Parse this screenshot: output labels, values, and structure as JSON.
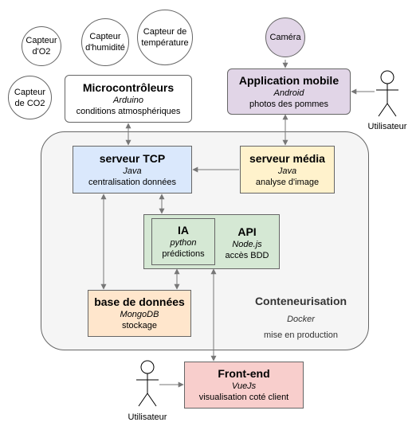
{
  "sensors": {
    "o2": [
      "Capteur",
      "d'O2"
    ],
    "humidity": [
      "Capteur",
      "d'humidité"
    ],
    "temperature": [
      "Capteur de",
      "température"
    ],
    "co2": [
      "Capteur",
      "de CO2"
    ]
  },
  "camera": "Caméra",
  "microcontrollers": {
    "title": "Microcontrôleurs",
    "tech": "Arduino",
    "desc": "conditions atmosphériques"
  },
  "mobile_app": {
    "title": "Application mobile",
    "tech": "Android",
    "desc": "photos des pommes"
  },
  "tcp_server": {
    "title": "serveur TCP",
    "tech": "Java",
    "desc": "centralisation données"
  },
  "media_server": {
    "title": "serveur média",
    "tech": "Java",
    "desc": "analyse d'image"
  },
  "ia": {
    "title": "IA",
    "tech": "python",
    "desc": "prédictions"
  },
  "api": {
    "title": "API",
    "tech": "Node.js",
    "desc": "accès BDD"
  },
  "database": {
    "title": "base de données",
    "tech": "MongoDB",
    "desc": "stockage"
  },
  "container": {
    "title": "Conteneurisation",
    "tech": "Docker",
    "desc": "mise en production"
  },
  "frontend": {
    "title": "Front-end",
    "tech": "VueJs",
    "desc": "visualisation coté client"
  },
  "actors": {
    "top": "Utilisateur",
    "bottom": "Utilisateur"
  },
  "colors": {
    "blue": "#dae8fc",
    "yellow": "#fff2cc",
    "green": "#d5e8d4",
    "orange": "#ffe6cc",
    "purple": "#e1d5e7",
    "red": "#f8cecc",
    "container": "#f5f5f5"
  }
}
